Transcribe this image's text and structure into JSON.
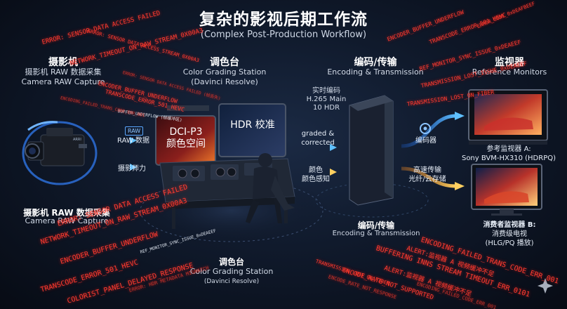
{
  "title": {
    "cn": "复杂的影视后期工作流",
    "en": "(Complex Post-Production Workflow)"
  },
  "camera": {
    "heading": "摄影机",
    "sub1": "摄影机 RAW 数据采集",
    "sub2": "Camera RAW Capture",
    "bottom_heading": "摄影机 RAW 数据采集",
    "bottom_sub": "Camera RAW Capture",
    "raw_badge": "RAW",
    "raw_data": "RAW 数据",
    "lens_label": "摄影师力"
  },
  "grading": {
    "heading": "调色台",
    "sub1": "Color Grading Station",
    "sub2": "(Davinci Resolve)",
    "screen_left": [
      "DCI-P3",
      "颜色空间"
    ],
    "screen_right": "HDR 校准",
    "bottom_heading": "调色台",
    "bottom_sub1": "Color Grading Station",
    "bottom_sub2": "(Davinci Resolve)",
    "graded_label": [
      "graded &",
      "corrected"
    ],
    "color_label": [
      "颜色",
      "颜色感知"
    ]
  },
  "encoding": {
    "heading": "编码/传输",
    "sub": "Encoding & Transmission",
    "realtime": [
      "实时编码",
      "H.265 Main",
      "10 HDR"
    ],
    "bottom_heading": "编码/传输",
    "bottom_sub": "Encoding & Transmission",
    "encoder_label": "编码器",
    "transfer_label": [
      "高速传输",
      "光纤/云存储"
    ]
  },
  "monitors": {
    "heading": "监视器",
    "sub": "Reference Monitors",
    "a_label": [
      "参考监视器 A:",
      "Sony BVM-HX310 (HDRPQ)"
    ],
    "b_label": [
      "消费者监视器 B:",
      "消费级电视",
      "(HLG/PQ 播放)"
    ]
  },
  "errors_top_left": [
    "ERROR: SENSOR DATA ACCESS FAILED",
    "ERROR: SENSOR DATA ACCESS_STREAM_0X00A3",
    "NETWORK_TIMEOUT_ON_RAW_STREAM_0X00A3",
    "ENCODER_BUFFER_UNDERFLOW",
    "TRANSCODE_ERROR_501_HEVC",
    "ERROR: SENSOR DATA ACCESS FAILED (帧丢失)",
    "BUFFER_UNDERFLOW (帧缓冲区)",
    "ENCODING_FAILED_TRANS_CODE_ERR_001"
  ],
  "errors_top_right": [
    "ENCODER_BUFFER_UNDERFLOW",
    "TRANSCODE_ERROR_501_HEVC",
    "ERROR_CODE_0xDEAFBEEF",
    "REF_MONITOR_SYNC_ISSUE_0xDEAEEF",
    "TRANSMISSION_LOST_ISSUE_0xDEAEEF",
    "TRANSMISSION_LOST_ON_FIBER"
  ],
  "errors_bottom_left": [
    "ERROR: SENSOR DATA ACCESS FAILED",
    "NETWORK_TIMEOUT_ON_RAW_STREAM_0X00A3",
    "ENCODER_BUFFER_UNDERFLOW",
    "REF_MONITOR_SYNC_ISSUE_0xDEAEEF",
    "TRANSCODE_ERROR_501_HEVC",
    "COLORIST_PANEL_DELAYED_RESPONSE",
    "ERROR: HDR METADATA MISMATCH"
  ],
  "errors_bottom_right": [
    "ENCODING_FAILED_TRANS_CODE_ERR_001",
    "ALERT:监视器 A 视频缓冲不足",
    "BUFFERING INNS STREAM TIMEOUT_ERR_0101",
    "ALERT:监视器 A 视频缓冲不足",
    "ENCODE_RATE_NOT_SUPPORTED",
    "TRANSMISSION_LOST_ON_FIBER",
    "ENCODE_RATE_NOT_RESPONSE",
    "ENCODING_FAILED_CODE_ERR_001"
  ],
  "colors": {
    "error": "#ff3b30",
    "flow_blue": "#3aa0ff",
    "flow_orange": "#ffb02e",
    "ring": "#2d6fd8"
  }
}
